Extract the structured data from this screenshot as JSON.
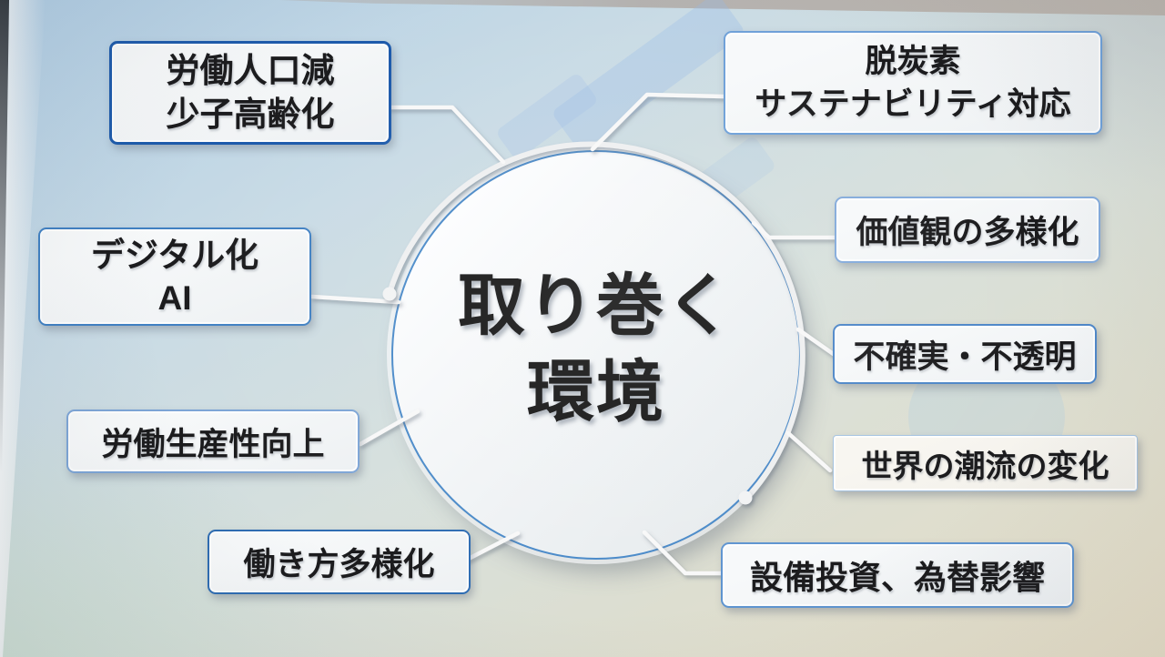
{
  "diagram": {
    "center": {
      "line1": "取り巻く",
      "line2": "環境"
    },
    "nodes": {
      "labor_population": {
        "line1": "労働人口減",
        "line2": "少子高齢化"
      },
      "decarbonization": {
        "line1": "脱炭素",
        "line2": "サステナビリティ対応"
      },
      "digital_ai": {
        "line1": "デジタル化",
        "line2": "AI"
      },
      "values_diversity": {
        "line1": "価値観の多様化"
      },
      "uncertainty": {
        "line1": "不確実・不透明"
      },
      "labor_productivity": {
        "line1": "労働生産性向上"
      },
      "global_trends": {
        "line1": "世界の潮流の変化"
      },
      "work_style_diversity": {
        "line1": "働き方多様化"
      },
      "capex_fx": {
        "line1": "設備投資、為替影響"
      }
    },
    "colors": {
      "strong_border_blue": "#1d5aab",
      "light_border_blue": "#6ea0d8",
      "circle_border_blue": "#4a8ac9",
      "text_black": "#1b1b1d",
      "connector_white": "#f8f8f8"
    }
  }
}
